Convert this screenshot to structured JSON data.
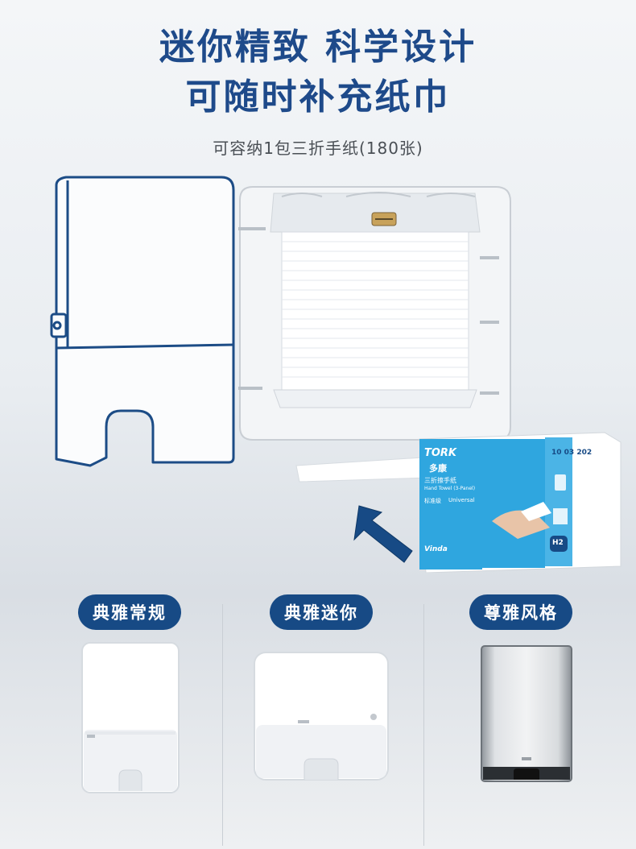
{
  "headline": {
    "line1": "迷你精致 科学设计",
    "line2": "可随时补充纸巾"
  },
  "subtitle": "可容纳1包三折手纸(180张)",
  "package": {
    "brand": "TORK",
    "brand_cn": "多康",
    "code": "10 03 202",
    "product_cn": "三折擦手纸",
    "product_en": "Hand Towel (3-Panel)",
    "tag": "标准级",
    "tag2": "Universal",
    "sub_brand": "Vinda",
    "size_code": "H2"
  },
  "styles": [
    {
      "label": "典雅常规"
    },
    {
      "label": "典雅迷你"
    },
    {
      "label": "尊雅风格"
    }
  ],
  "colors": {
    "brand_blue": "#174a85",
    "headline_blue": "#1e4a8a",
    "package_cyan": "#2fa6df"
  }
}
